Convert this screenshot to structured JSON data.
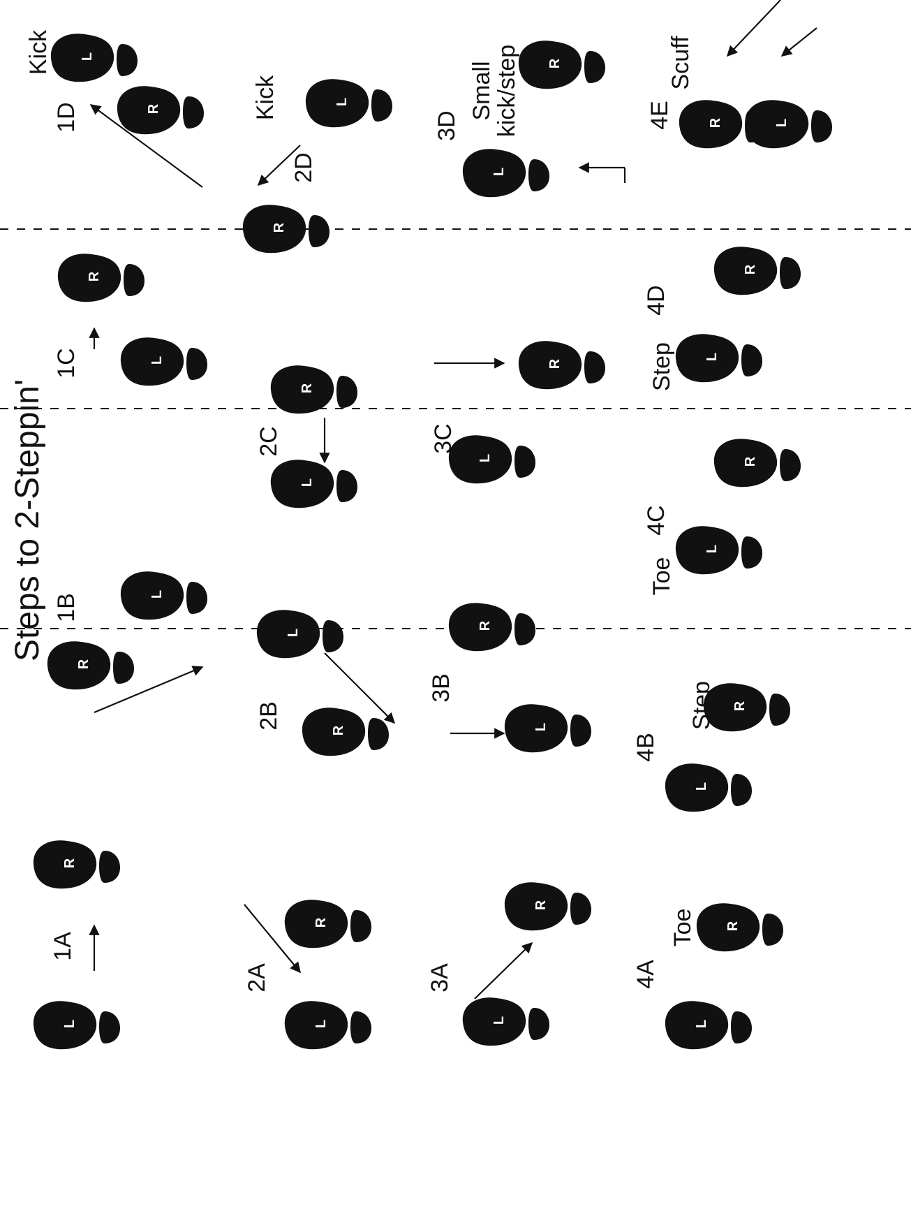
{
  "title": "Steps to 2-Steppin'",
  "foot_letters": {
    "left": "L",
    "right": "R"
  },
  "colors": {
    "ink": "#111111",
    "paper": "#ffffff"
  },
  "step_ids": [
    "1A",
    "1B",
    "1C",
    "1D",
    "2A",
    "2B",
    "2C",
    "2D",
    "3A",
    "3B",
    "3C",
    "3D",
    "4A",
    "4B",
    "4C",
    "4D",
    "4E"
  ],
  "actions": {
    "kick_1d": "Kick",
    "kick_2d": "Kick",
    "small_kick_line1": "Small",
    "small_kick_line2": "kick/step",
    "toe_4a": "Toe",
    "step_4b": "Step",
    "toe_4c": "Toe",
    "step_4d": "Step",
    "scuff_4e": "Scuff"
  },
  "orientation": "rotated 90 degrees counter-clockwise",
  "row_separator_style": "dashed"
}
